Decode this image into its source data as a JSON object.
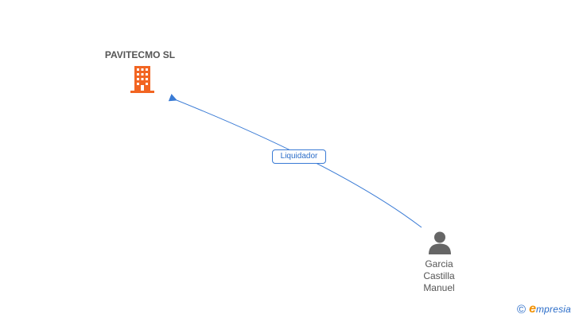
{
  "nodes": {
    "company": {
      "name": "PAVITECMO SL",
      "icon": "building-icon",
      "color": "#f26522"
    },
    "person": {
      "name_lines": [
        "Garcia",
        "Castilla",
        "Manuel"
      ],
      "icon": "person-icon",
      "color": "#666666"
    }
  },
  "edges": [
    {
      "from": "person",
      "to": "company",
      "label": "Liquidador",
      "color": "#3a7bd5"
    }
  ],
  "brand": {
    "copyright": "©",
    "initial": "e",
    "rest": "mpresia"
  }
}
